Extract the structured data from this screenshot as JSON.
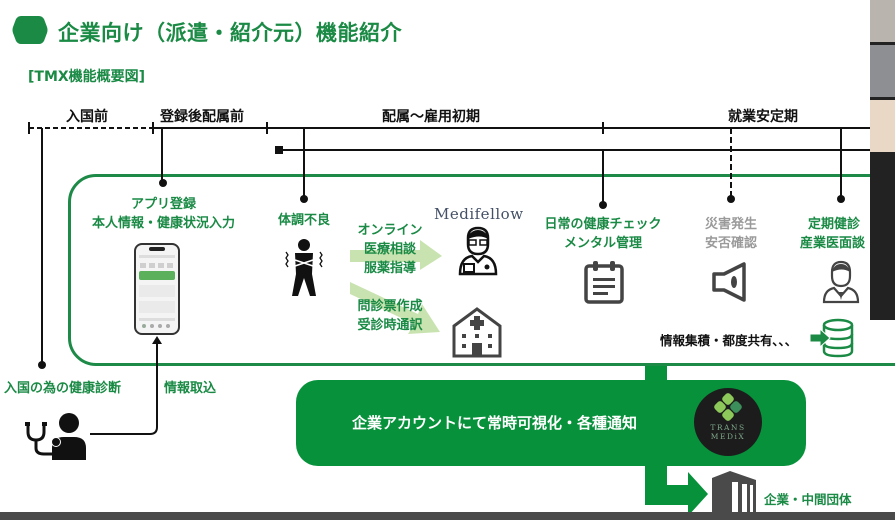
{
  "header": {
    "title": "企業向け（派遣・紹介元）機能紹介",
    "subtitle": "[TMX機能概要図]"
  },
  "timeline": {
    "phases": [
      {
        "label": "入国前"
      },
      {
        "label": "登録後配属前"
      },
      {
        "label": "配属〜雇用初期"
      },
      {
        "label": "就業安定期"
      }
    ]
  },
  "events": {
    "app_register": {
      "line1": "アプリ登録",
      "line2": "本人情報・健康状況入力"
    },
    "unwell": {
      "label": "体調不良"
    },
    "online": {
      "line1": "オンライン",
      "line2": "医療相談",
      "line3": "服薬指導"
    },
    "questionnaire": {
      "line1": "問診票作成",
      "line2": "受診時通訳"
    },
    "medifellow": {
      "label": "Medifellow"
    },
    "daily": {
      "line1": "日常の健康チェック",
      "line2": "メンタル管理"
    },
    "disaster": {
      "line1": "災害発生",
      "line2": "安否確認"
    },
    "checkup": {
      "line1": "定期健診",
      "line2": "産業医面談"
    },
    "accumulate": {
      "label": "情報集積・都度共有､､､"
    },
    "pre_entry_checkup": {
      "label": "入国の為の健康診断"
    },
    "info_import": {
      "label": "情報取込"
    }
  },
  "banner": {
    "text": "企業アカウントにて常時可視化・各種通知",
    "logo_line1": "TRANS",
    "logo_line2": "MEDiX"
  },
  "destination": {
    "label": "企業・中間団体"
  },
  "colors": {
    "brand_green": "#1a8a45",
    "banner_green": "#07913b",
    "arrow_light_green": "#c9e3b0"
  }
}
